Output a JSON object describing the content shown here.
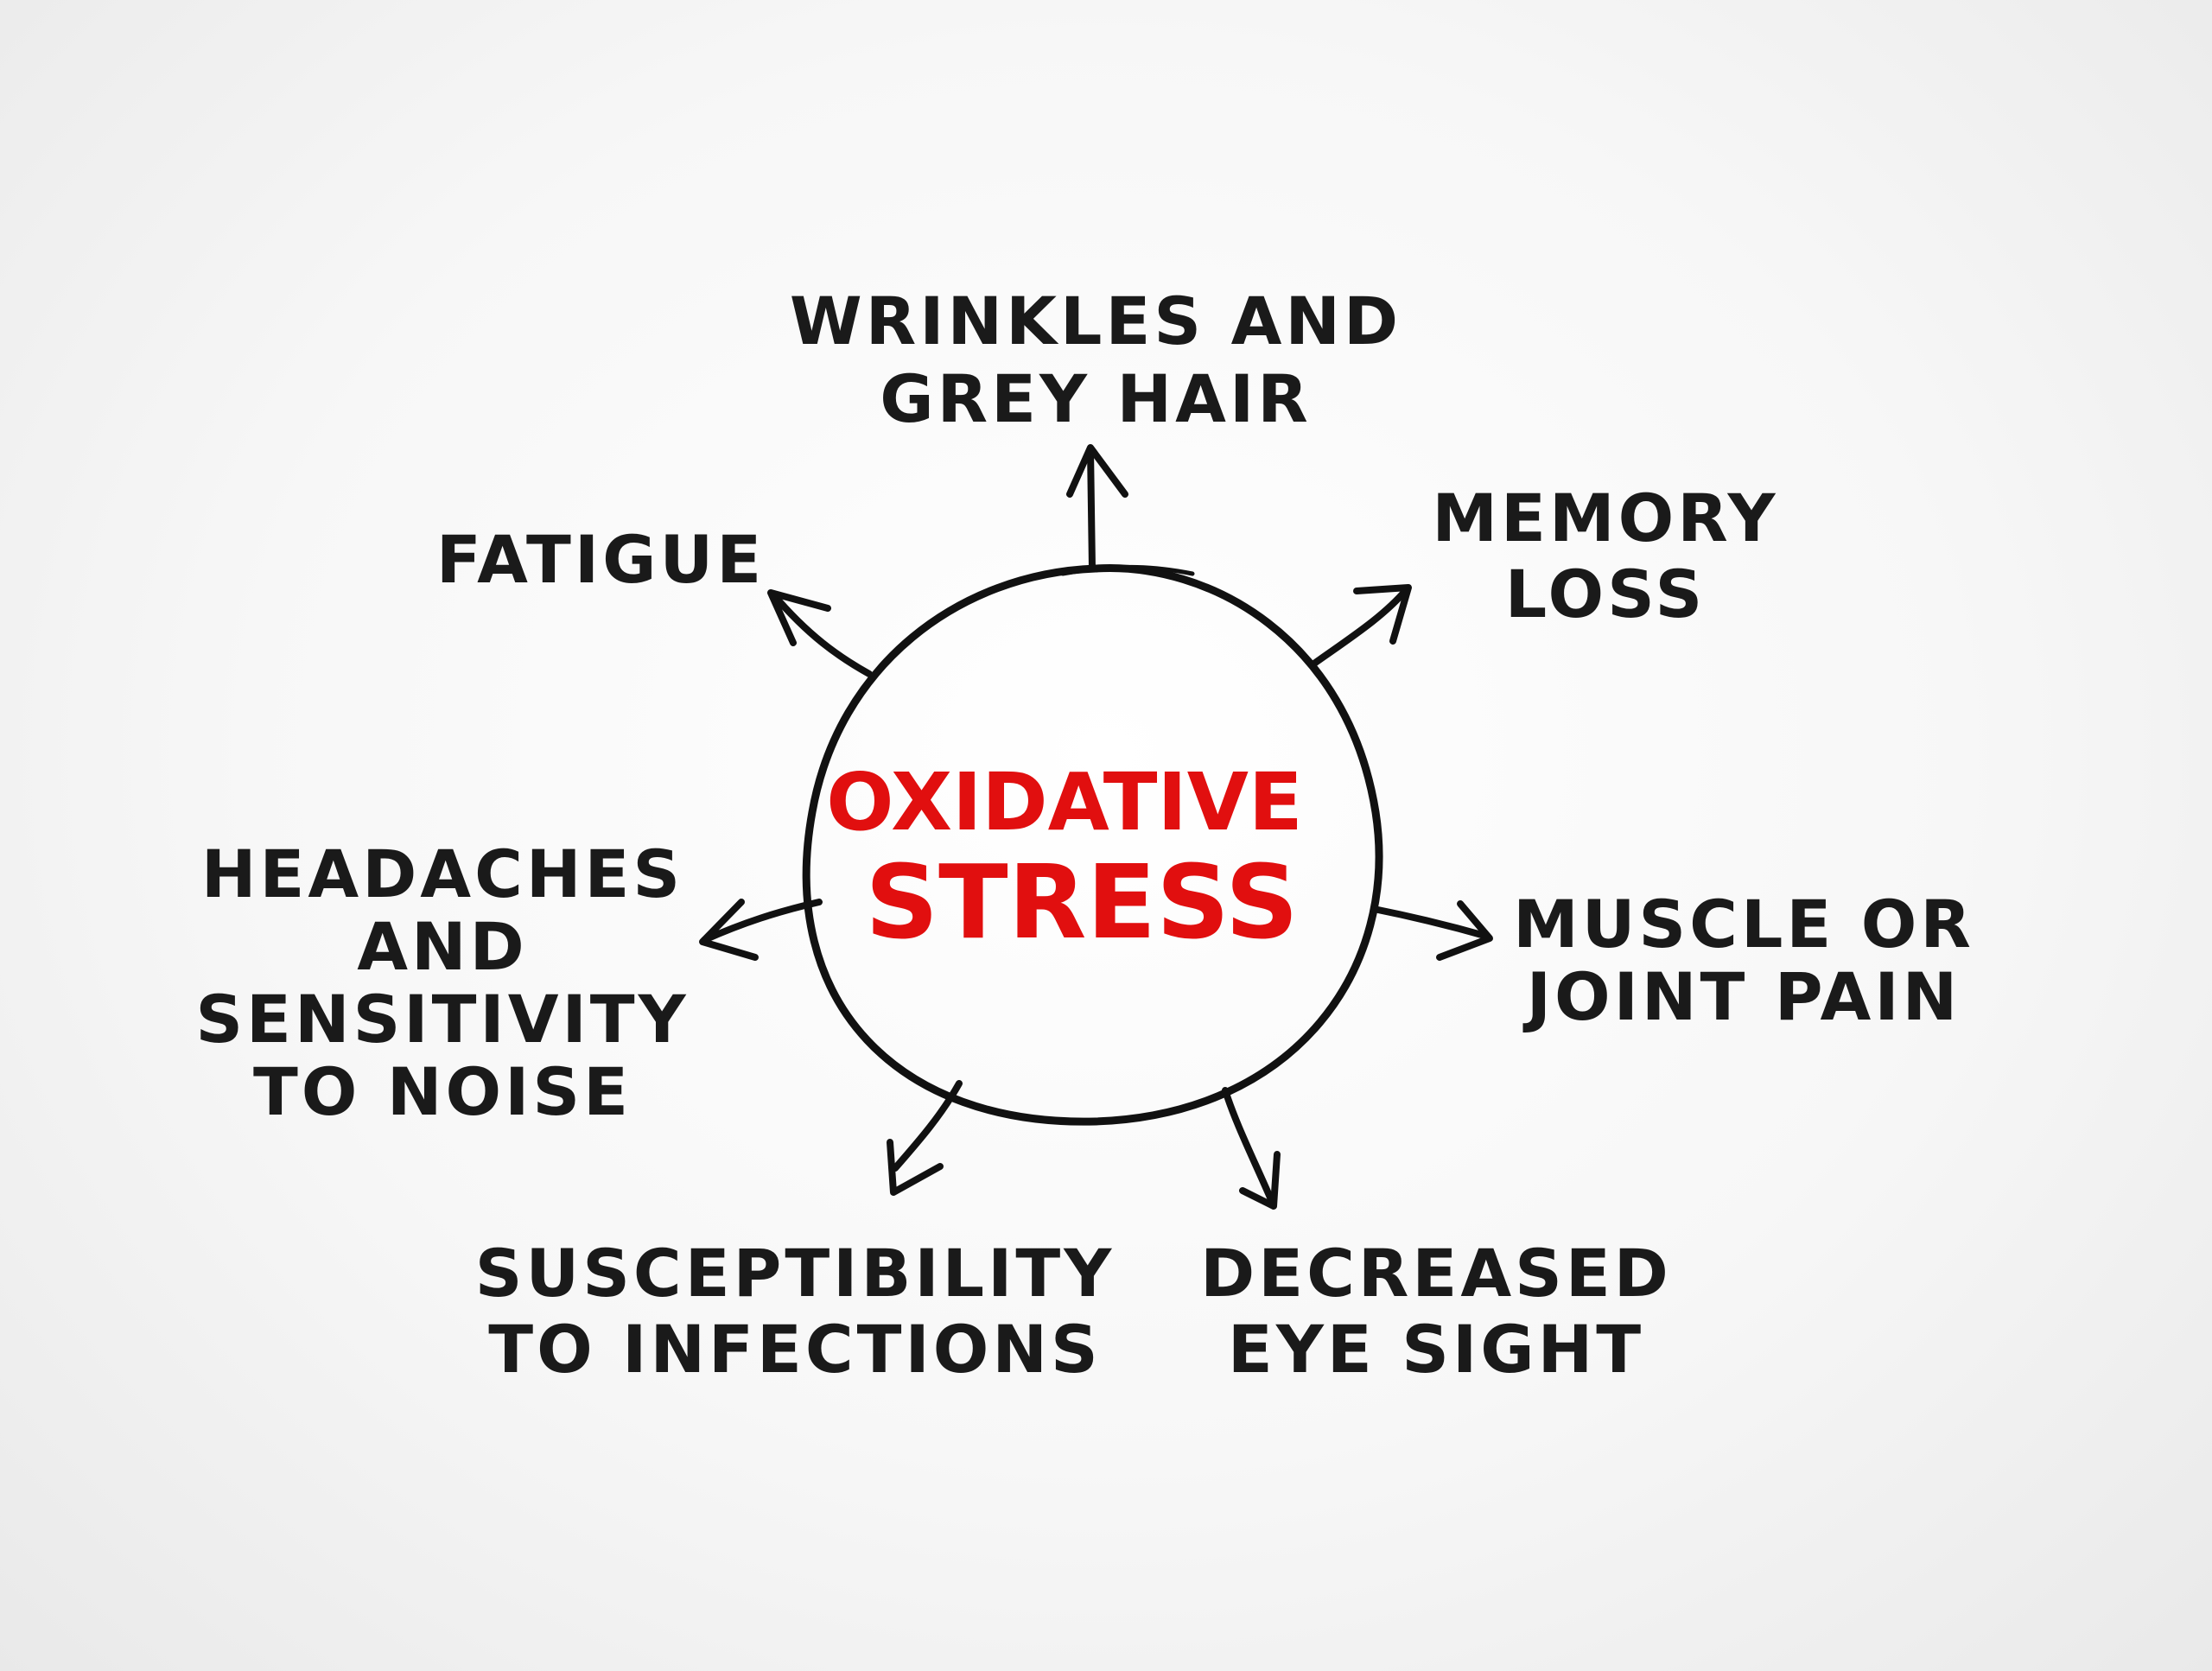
{
  "center": {
    "line1": "OXIDATIVE",
    "line2": "STRESS",
    "color": "#e10f0f"
  },
  "symptoms": {
    "wrinkles": {
      "line1": "WRINKLES AND",
      "line2": "GREY HAIR"
    },
    "memory": {
      "line1": "MEMORY",
      "line2": "LOSS"
    },
    "fatigue": {
      "line1": "FATIGUE"
    },
    "headaches": {
      "line1": "HEADACHES",
      "line2": "AND",
      "line3": "SENSITIVITY",
      "line4": "TO NOISE"
    },
    "muscle": {
      "line1": "MUSCLE OR",
      "line2": "JOINT PAIN"
    },
    "susceptibility": {
      "line1": "SUSCEPTIBILITY",
      "line2": "TO INFECTIONS"
    },
    "eyesight": {
      "line1": "DECREASED",
      "line2": "EYE SIGHT"
    }
  },
  "ink_color": "#1a1a1a"
}
